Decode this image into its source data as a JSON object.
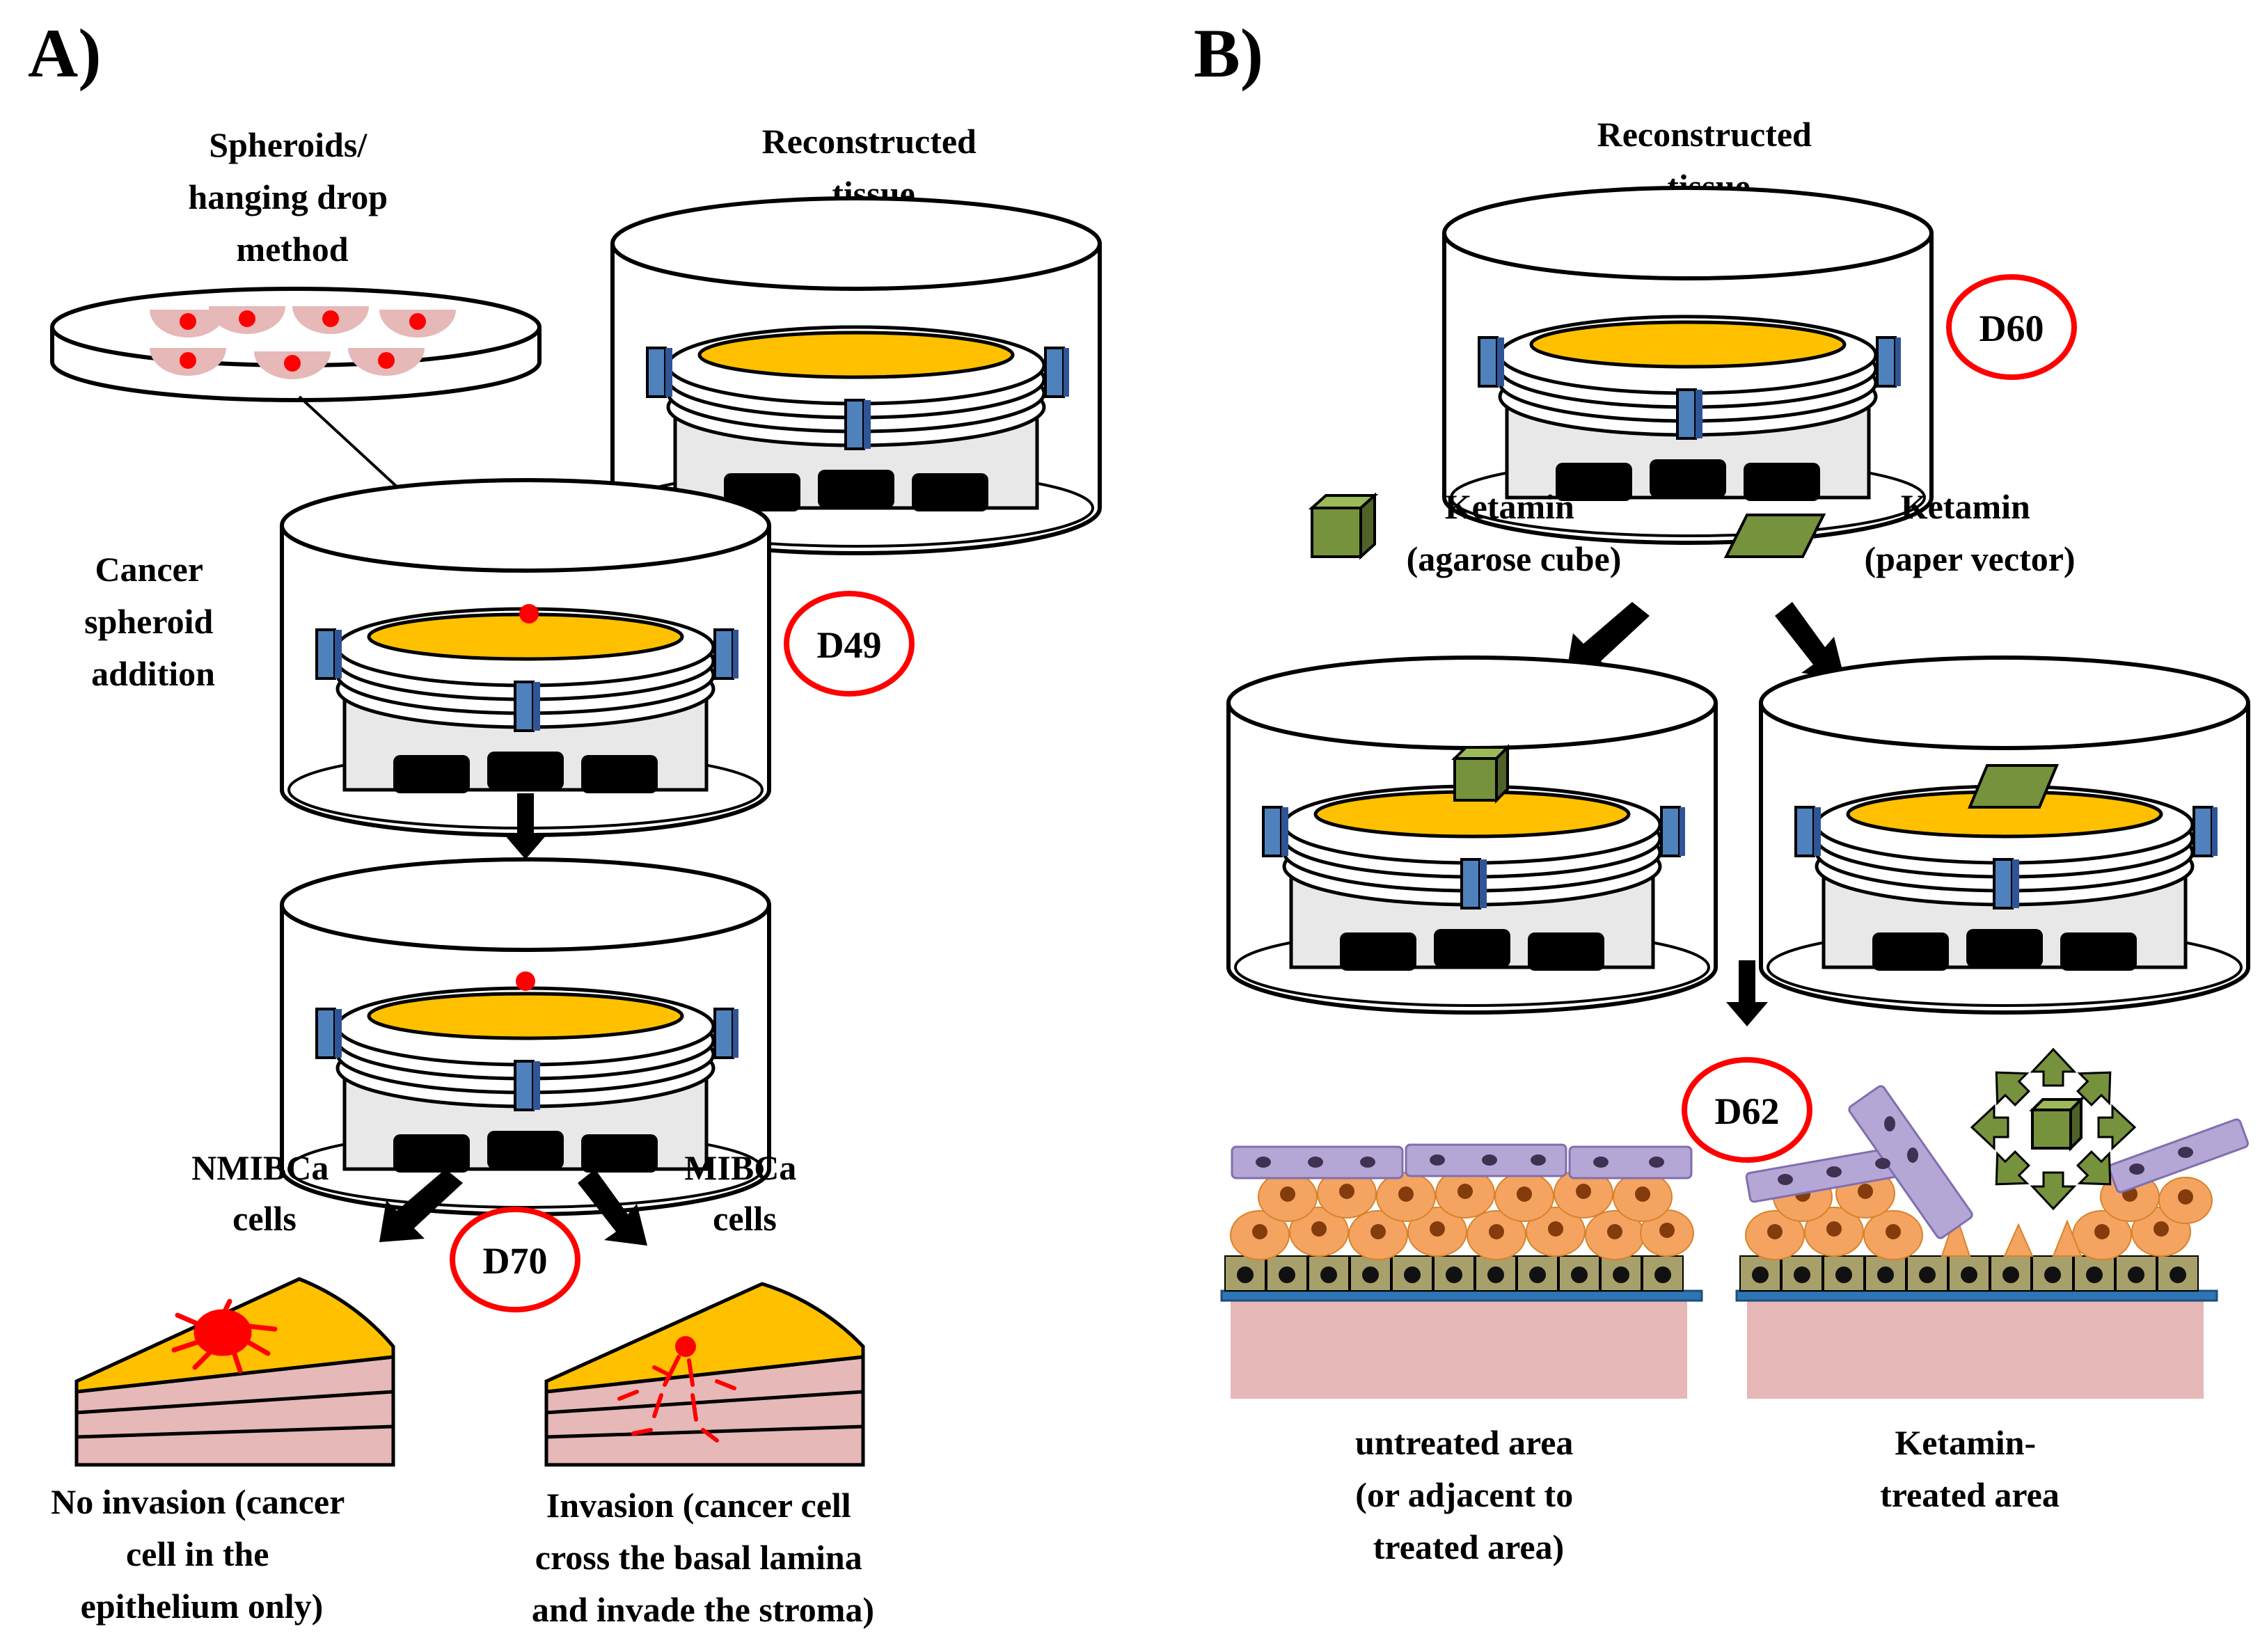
{
  "panel_a": {
    "label": "A)",
    "spheroids_caption": [
      "Spheroids/",
      "hanging drop",
      "method"
    ],
    "reconstructed_caption": [
      "Reconstructed",
      "tissue"
    ],
    "addition_caption": [
      "Cancer",
      "spheroid",
      "addition"
    ],
    "day_addition": "D49",
    "nmibca_caption": [
      "NMIBCa",
      "cells"
    ],
    "mibca_caption": [
      "MIBCa",
      "cells"
    ],
    "day_outcome": "D70",
    "no_invasion_caption": [
      "No invasion (cancer",
      "cell in the",
      "epithelium only)"
    ],
    "invasion_caption": [
      "Invasion (cancer cell",
      "cross the basal lamina",
      "and invade the stroma)"
    ]
  },
  "panel_b": {
    "label": "B)",
    "reconstructed_caption": [
      "Reconstructed",
      "tissue"
    ],
    "day_start": "D60",
    "cube_caption": [
      "Ketamin",
      "(agarose cube)"
    ],
    "paper_caption": [
      "Ketamin",
      "(paper vector)"
    ],
    "day_end": "D62",
    "untreated_caption": [
      "untreated area",
      "(or adjacent to",
      "treated area)"
    ],
    "treated_caption": [
      "Ketamin-",
      "treated area"
    ]
  },
  "colors": {
    "tissue_yellow": "#FFC000",
    "cancer_red": "#FF0000",
    "badge_ring": "#FF0000",
    "clip_blue": "#4F81BD",
    "ketamin_green": "#6B8E23",
    "umbrella_purple": "#B4A7D6",
    "intermediate_orange": "#F4A460",
    "basal_olive": "#A8A06A",
    "basal_lamina": "#1F4E79",
    "stroma_pink": "#E6B8B8"
  }
}
